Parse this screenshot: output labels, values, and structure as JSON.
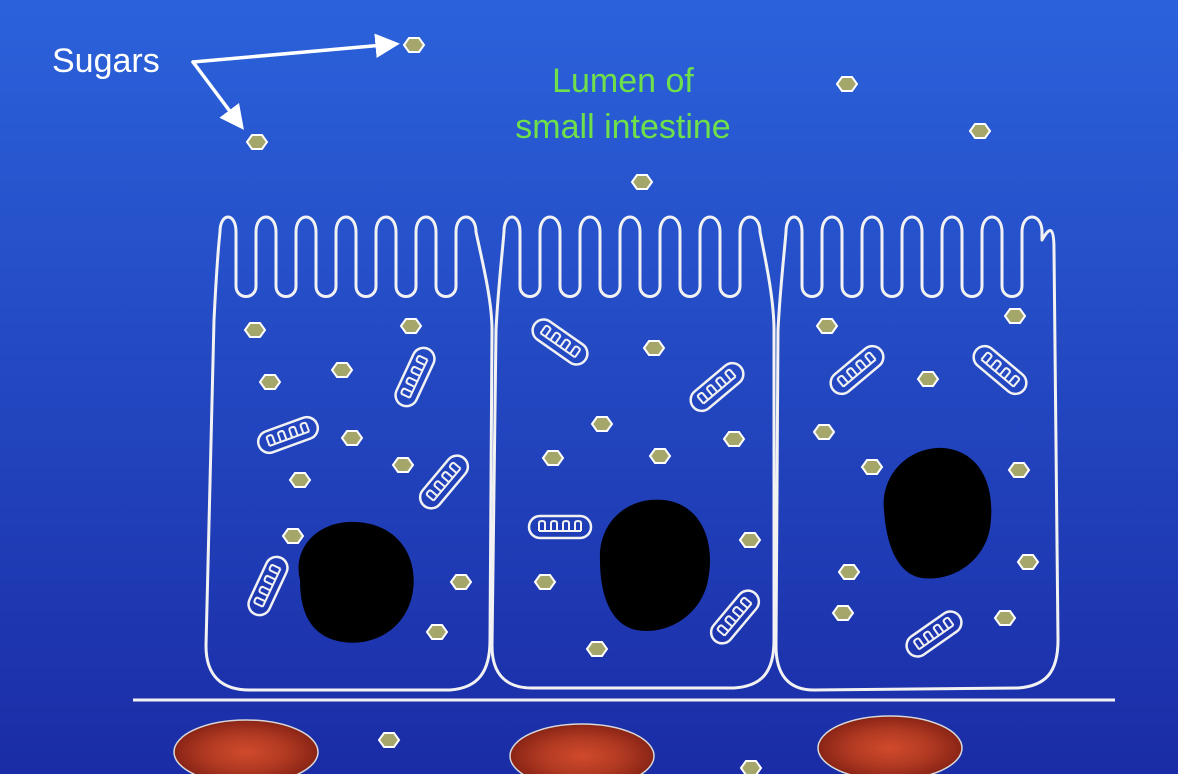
{
  "labels": {
    "sugars": "Sugars",
    "lumen_line1": "Lumen of",
    "lumen_line2": "small intestine"
  },
  "colors": {
    "background_top": "#2a5fd8",
    "background_bottom": "#1a2fa8",
    "membrane": "#f2f2f2",
    "sugar_fill": "#a4a66a",
    "sugar_stroke": "#ffffff",
    "nucleus": "#000000",
    "sugars_label": "#ffffff",
    "lumen_label": "#6fe04a",
    "red_blood_cell": "#9b2a1a",
    "red_blood_cell_center": "#c9462c"
  },
  "icons": {
    "sugar": "sugar-molecule-icon",
    "mitochondrion": "mitochondrion-icon",
    "nucleus": "nucleus-icon",
    "red_blood_cell": "red-blood-cell-icon"
  }
}
